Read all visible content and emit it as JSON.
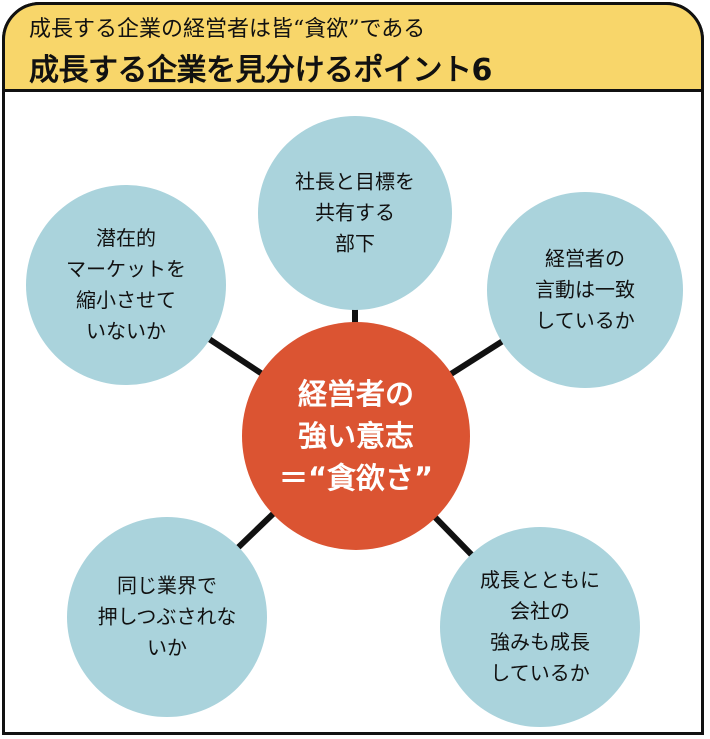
{
  "header": {
    "subtitle": "成長する企業の経営者は皆“貪欲”である",
    "title": "成長する企業を見分けるポイント6"
  },
  "colors": {
    "header_bg": "#F8D66A",
    "center_circle": "#DB5432",
    "outer_circle": "#AAD3DC"
  },
  "center": {
    "lines": [
      "経営者の",
      "強い意志",
      "＝“貪欲さ”"
    ]
  },
  "points": [
    {
      "lines": [
        "社長と目標を",
        "共有する",
        "部下"
      ]
    },
    {
      "lines": [
        "経営者の",
        "言動は一致",
        "しているか"
      ]
    },
    {
      "lines": [
        "成長とともに",
        "会社の",
        "強みも成長",
        "しているか"
      ]
    },
    {
      "lines": [
        "同じ業界で",
        "押しつぶされな",
        "いか"
      ]
    },
    {
      "lines": [
        "潜在的",
        "マーケットを",
        "縮小させて",
        "いないか"
      ]
    }
  ]
}
